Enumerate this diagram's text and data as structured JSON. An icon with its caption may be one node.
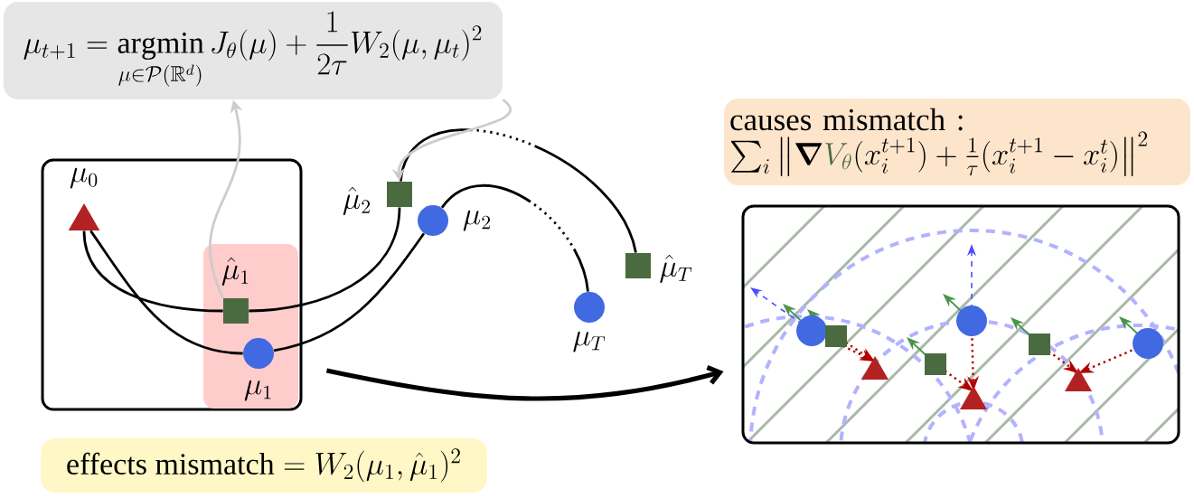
{
  "diagram": {
    "nodes": [
      {
        "text": [
          "\\mu_{t+1} = \\operatorname*{argmin}_{\\mu\\in\\mathcal{P}(\\mathbb{R}^d)} J_\\theta(\\mu) + \\frac{1}{2\\tau} W_2(\\mu,\\mu_t)^2"
        ]
      },
      {
        "text": [],
        "shape": "box"
      },
      {
        "text": [
          "\\mu_0"
        ],
        "in": 1
      },
      {
        "text": [],
        "shape": "box",
        "in": 1
      },
      {
        "text": [
          "\\hat{\\mu}_1"
        ],
        "in": 3
      },
      {
        "text": [
          "\\mu_1"
        ],
        "in": 3
      },
      {
        "text": [
          "\\hat{\\mu}_2"
        ]
      },
      {
        "text": [
          "\\mu_2"
        ]
      },
      {
        "text": [
          "\\hat{\\mu}_T"
        ]
      },
      {
        "text": [
          "\\mu_T"
        ]
      },
      {
        "text": [
          "causes mismatch :",
          "\\sum_i \\left\\| \\boldsymbol{\\nabla} {\\color[HTML]{4A6B3F} V_\\theta}(x_i^{t+1}) + \\tfrac{1}{\\tau}(x_i^{t+1}-x_i^t)\\right\\|^2"
        ]
      },
      {
        "text": [],
        "shape": "box"
      },
      {
        "text": [
          "\\text{effects mismatch} = W_2(\\mu_1,\\hat{\\mu}_1)^2"
        ]
      }
    ],
    "edges": [
      {
        "from": 2,
        "to": 4,
        "arrow": "none"
      },
      {
        "from": 4,
        "to": 6,
        "arrow": "none"
      },
      {
        "from": 6,
        "to": 8,
        "arrow": "none",
        "style": "dashed"
      },
      {
        "from": 2,
        "to": 5,
        "arrow": "none"
      },
      {
        "from": 5,
        "to": 7,
        "arrow": "none"
      },
      {
        "from": 7,
        "to": 9,
        "arrow": "none",
        "style": "dashed"
      },
      {
        "from": 4,
        "to": 0,
        "arrow": "to",
        "color": "#cccccc"
      },
      {
        "from": 0,
        "to": 6,
        "arrow": "to",
        "color": "#cccccc"
      },
      {
        "from": 1,
        "to": 11,
        "arrow": "to",
        "style": "thick"
      }
    ]
  }
}
